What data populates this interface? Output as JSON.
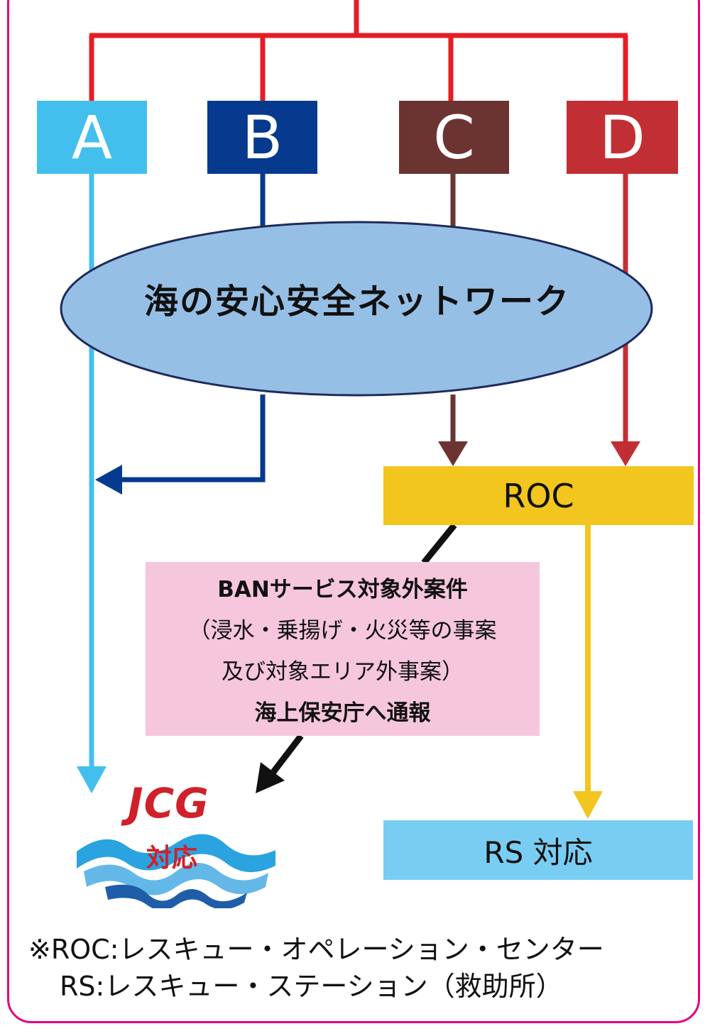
{
  "nodes": {
    "a": {
      "label": "A",
      "color": "#43bfee"
    },
    "b": {
      "label": "B",
      "color": "#063a8e"
    },
    "c": {
      "label": "C",
      "color": "#6b3431"
    },
    "d": {
      "label": "D",
      "color": "#c12f35"
    },
    "network": {
      "label": "海の安心安全ネットワーク",
      "color": "#96bfe6"
    },
    "roc": {
      "label": "ROC",
      "color": "#f2c51f"
    },
    "ban": {
      "lines": [
        "BANサービス対象外案件",
        "（浸水・乗揚げ・火災等の事案",
        "及び対象エリア外事案）",
        "海上保安庁へ通報"
      ],
      "color": "#f5c6dc"
    },
    "rs": {
      "label": "RS 対応",
      "color": "#79cdf2"
    },
    "jcg": {
      "logo_text": "JCG",
      "label": "対応"
    }
  },
  "edge_colors": {
    "top_red": "#e41e26",
    "black": "#111111"
  },
  "notes": [
    "※ROC:レスキュー・オペレーション・センター",
    "RS:レスキュー・ステーション（救助所）"
  ]
}
